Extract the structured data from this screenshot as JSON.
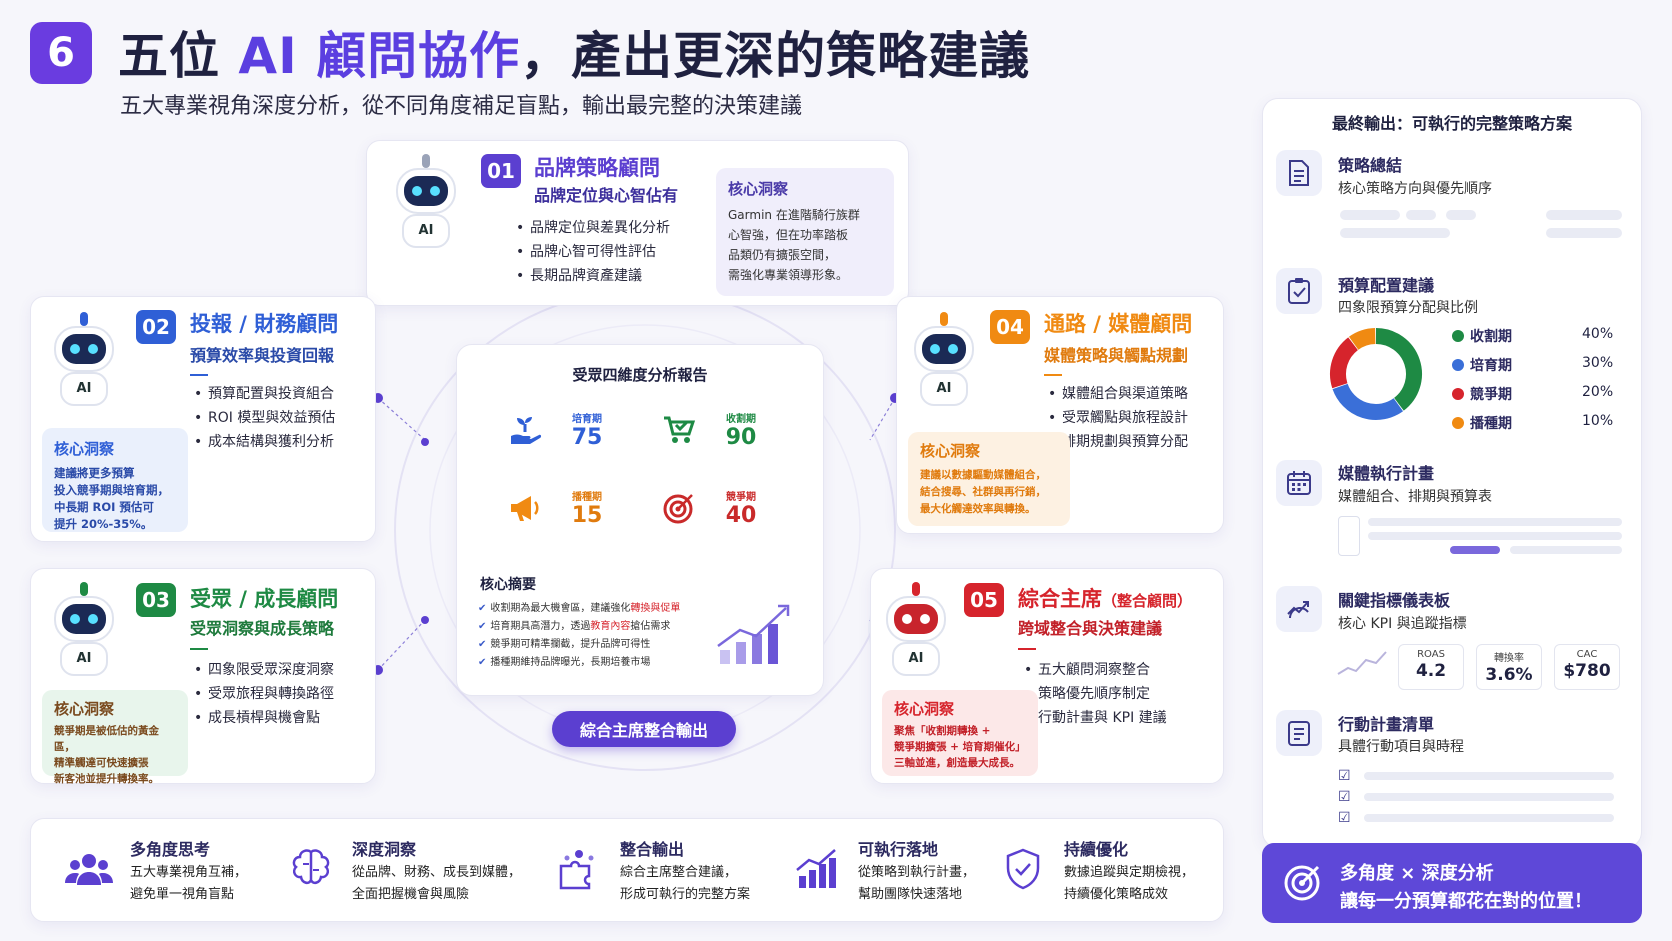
{
  "header": {
    "step": "6",
    "title_pre": "五位 ",
    "title_hl": "AI 顧問協作",
    "title_post": "，產出更深的策略建議",
    "subtitle": "五大專業視角深度分析，從不同角度補足盲點，輸出最完整的決策建議"
  },
  "advisors": [
    {
      "num": "01",
      "title": "品牌策略顧問",
      "sub": "品牌定位與心智佔有",
      "color": "#5b3fd0",
      "bullets": [
        "品牌定位與差異化分析",
        "品牌心智可得性評估",
        "長期品牌資產建議"
      ],
      "insight_h": "核心洞察",
      "insight_lines": [
        "Garmin 在進階騎行族群",
        "心智強，但在功率踏板",
        "品類仍有擴張空間，",
        "需強化專業領導形象。"
      ]
    },
    {
      "num": "02",
      "title": "投報 / 財務顧問",
      "sub": "預算效率與投資回報",
      "color": "#2f5fd6",
      "bullets": [
        "預算配置與投資組合",
        "ROI 模型與效益預估",
        "成本結構與獲利分析"
      ],
      "insight_h": "核心洞察",
      "insight_lines": [
        "建議將更多預算",
        "投入競爭期與培育期，",
        "中長期 ROI 預估可",
        "提升 20%-35%。"
      ]
    },
    {
      "num": "03",
      "title": "受眾 / 成長顧問",
      "sub": "受眾洞察與成長策略",
      "color": "#1e8a44",
      "bullets": [
        "四象限受眾深度洞察",
        "受眾旅程與轉換路徑",
        "成長槓桿與機會點"
      ],
      "insight_h": "核心洞察",
      "insight_lines": [
        "競爭期是被低估的黃金區，",
        "精準觸達可快速擴張",
        "新客池並提升轉換率。"
      ]
    },
    {
      "num": "04",
      "title": "通路 / 媒體顧問",
      "sub": "媒體策略與觸點規劃",
      "color": "#f08a12",
      "bullets": [
        "媒體組合與渠道策略",
        "受眾觸點與旅程設計",
        "排期規劃與預算分配"
      ],
      "insight_h": "核心洞察",
      "insight_lines": [
        "建議以數據驅動媒體組合，",
        "結合搜尋、社群與再行銷，",
        "最大化觸達效率與轉換。"
      ]
    },
    {
      "num": "05",
      "title": "綜合主席",
      "title_small": "（整合顧問）",
      "sub": "跨域整合與決策建議",
      "color": "#d6242c",
      "bullets": [
        "五大顧問洞察整合",
        "策略優先順序制定",
        "行動計畫與 KPI 建議"
      ],
      "insight_h": "核心洞察",
      "insight_lines": [
        "聚焦「收割期轉換 +",
        "競爭期擴張 + 培育期催化」",
        "三軸並進，創造最大成長。"
      ]
    }
  ],
  "robot_label": "AI",
  "report": {
    "title": "受眾四維度分析報告",
    "tiles": [
      {
        "label": "培育期",
        "value": "75",
        "color": "#2f5fd6",
        "bg": "#e8effc"
      },
      {
        "label": "收割期",
        "value": "90",
        "color": "#1e8a44",
        "bg": "#e6f4ea"
      },
      {
        "label": "播種期",
        "value": "15",
        "color": "#e07b0e",
        "bg": "#fdf0e0"
      },
      {
        "label": "競爭期",
        "value": "40",
        "color": "#c92a2a",
        "bg": "#fbe5e5"
      }
    ],
    "summary_title": "核心摘要",
    "summary": [
      {
        "pre": "收割期為最大機會區，建議強化",
        "hl": "轉換與促單",
        "post": ""
      },
      {
        "pre": "培育期具高潛力，透過",
        "hl": "教育內容",
        "post": "搶佔需求"
      },
      {
        "pre": "競爭期可精準攔截，提升品牌可得性",
        "hl": "",
        "post": ""
      },
      {
        "pre": "播種期維持品牌曝光，長期培養市場",
        "hl": "",
        "post": ""
      }
    ],
    "pill": "綜合主席整合輸出"
  },
  "right_panel": {
    "title": "最終輸出：可執行的完整策略方案",
    "sections": [
      {
        "h": "策略總結",
        "s": "核心策略方向與優先順序",
        "icon": "document-icon"
      },
      {
        "h": "預算配置建議",
        "s": "四象限預算分配與比例",
        "icon": "budget-check-icon"
      },
      {
        "h": "媒體執行計畫",
        "s": "媒體組合、排期與預算表",
        "icon": "calendar-icon"
      },
      {
        "h": "關鍵指標儀表板",
        "s": "核心 KPI 與追蹤指標",
        "icon": "dashboard-icon"
      },
      {
        "h": "行動計畫清單",
        "s": "具體行動項目與時程",
        "icon": "checklist-icon"
      }
    ],
    "budget": [
      {
        "name": "收割期",
        "value": 40,
        "label": "40%",
        "color": "#1e8a44"
      },
      {
        "name": "培育期",
        "value": 30,
        "label": "30%",
        "color": "#3a6fd8"
      },
      {
        "name": "競爭期",
        "value": 20,
        "label": "20%",
        "color": "#d6242c"
      },
      {
        "name": "播種期",
        "value": 10,
        "label": "10%",
        "color": "#f08a12"
      }
    ],
    "kpis": [
      {
        "label": "ROAS",
        "value": "4.2"
      },
      {
        "label": "轉換率",
        "value": "3.6%"
      },
      {
        "label": "CAC",
        "value": "$780"
      }
    ],
    "cta_line1": "多角度 × 深度分析",
    "cta_line2": "讓每一分預算都花在對的位置！"
  },
  "features": [
    {
      "h": "多角度思考",
      "l1": "五大專業視角互補，",
      "l2": "避免單一視角盲點",
      "icon": "people-icon"
    },
    {
      "h": "深度洞察",
      "l1": "從品牌、財務、成長到媒體，",
      "l2": "全面把握機會與風險",
      "icon": "brain-icon"
    },
    {
      "h": "整合輸出",
      "l1": "綜合主席整合建議，",
      "l2": "形成可執行的完整方案",
      "icon": "puzzle-icon"
    },
    {
      "h": "可執行落地",
      "l1": "從策略到執行計畫，",
      "l2": "幫助團隊快速落地",
      "icon": "growth-chart-icon"
    },
    {
      "h": "持續優化",
      "l1": "數據追蹤與定期檢視，",
      "l2": "持續優化策略成效",
      "icon": "shield-check-icon"
    }
  ]
}
